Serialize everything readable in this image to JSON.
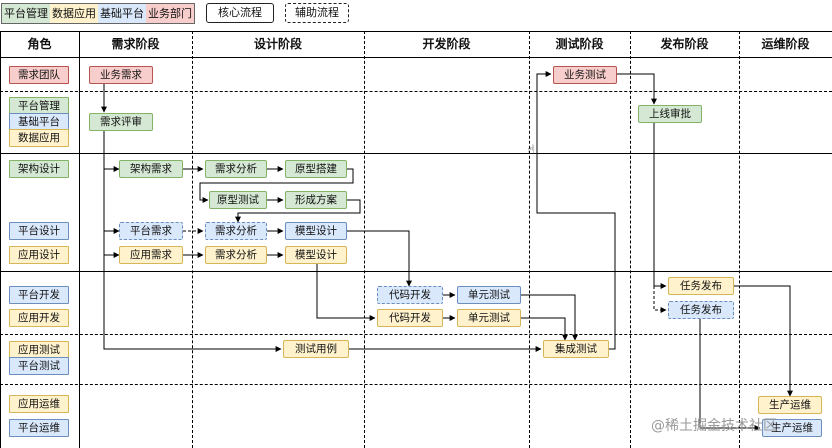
{
  "legend": {
    "platform_mgmt": "平台管理",
    "data_app": "数据应用",
    "base_platform": "基础平台",
    "business_dept": "业务部门",
    "core_flow": "核心流程",
    "aux_flow": "辅助流程"
  },
  "headers": [
    "角色",
    "需求阶段",
    "设计阶段",
    "开发阶段",
    "测试阶段",
    "发布阶段",
    "运维阶段"
  ],
  "roles": {
    "demand_team": "需求团队",
    "platform_mgmt": "平台管理",
    "base_platform": "基础平台",
    "data_app": "数据应用",
    "arch_design": "架构设计",
    "platform_design": "平台设计",
    "app_design": "应用设计",
    "platform_dev": "平台开发",
    "app_dev": "应用开发",
    "app_test": "应用测试",
    "platform_test": "平台测试",
    "app_ops": "应用运维",
    "platform_ops": "平台运维"
  },
  "nodes": {
    "biz_demand": "业务需求",
    "demand_review": "需求评审",
    "arch_demand": "架构需求",
    "arch_analysis": "需求分析",
    "prototype_build": "原型搭建",
    "prototype_test": "原型测试",
    "form_solution": "形成方案",
    "platform_demand": "平台需求",
    "platform_analysis": "需求分析",
    "platform_model": "模型设计",
    "app_demand": "应用需求",
    "app_analysis": "需求分析",
    "app_model": "模型设计",
    "platform_code": "代码开发",
    "platform_unit": "单元测试",
    "app_code": "代码开发",
    "app_unit": "单元测试",
    "test_cases": "测试用例",
    "integration_test": "集成测试",
    "biz_test": "业务测试",
    "release_approval": "上线审批",
    "task_release_app": "任务发布",
    "task_release_platform": "任务发布",
    "prod_ops_app": "生产运维",
    "prod_ops_platform": "生产运维"
  },
  "watermark": "@稀土掘金技术社区",
  "colors": {
    "red_fill": "#f8cecc",
    "green_fill": "#d5e8d4",
    "blue_fill": "#dae8fc",
    "yellow_fill": "#fff2cc"
  }
}
